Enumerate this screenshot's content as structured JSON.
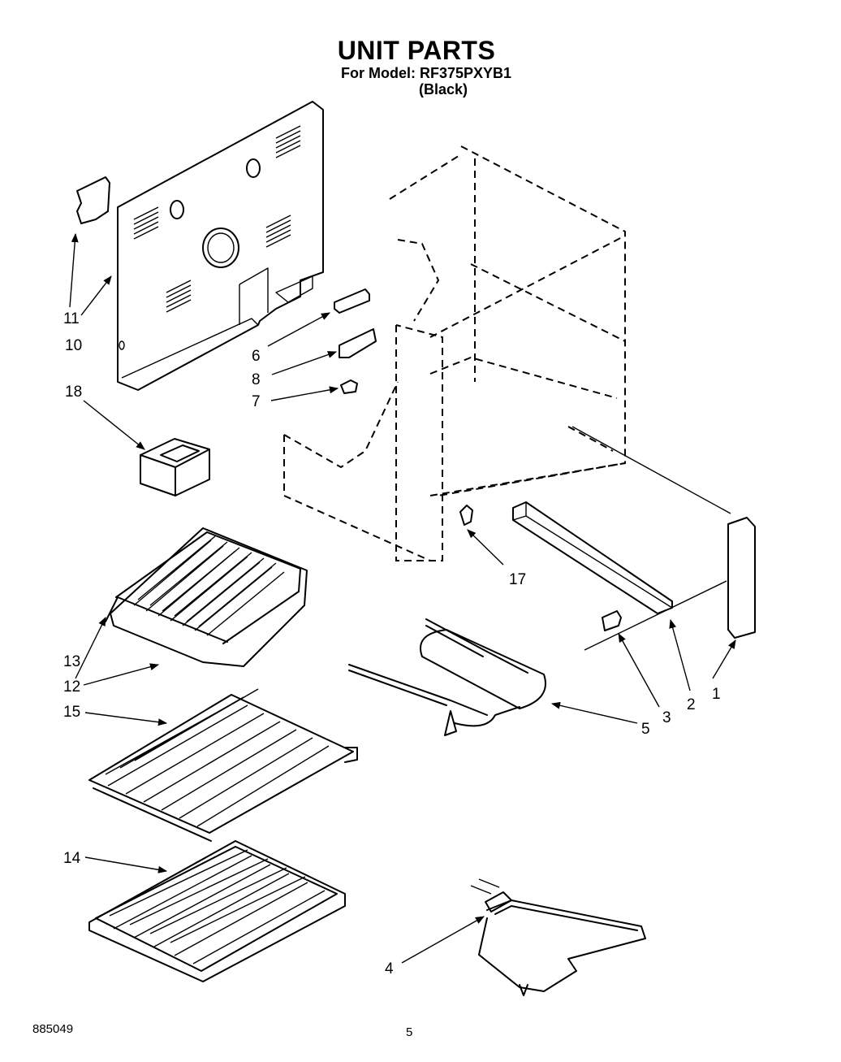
{
  "header": {
    "title": "UNIT PARTS",
    "model_line": "For Model: RF375PXYB1",
    "variant": "(Black)"
  },
  "footer": {
    "document_number": "885049",
    "page_number": "5"
  },
  "callouts": {
    "c1": "1",
    "c2": "2",
    "c3": "3",
    "c4": "4",
    "c5": "5",
    "c6": "6",
    "c7": "7",
    "c8": "8",
    "c10": "10",
    "c11": "11",
    "c12": "12",
    "c13": "13",
    "c14": "14",
    "c15": "15",
    "c17": "17",
    "c18": "18"
  }
}
